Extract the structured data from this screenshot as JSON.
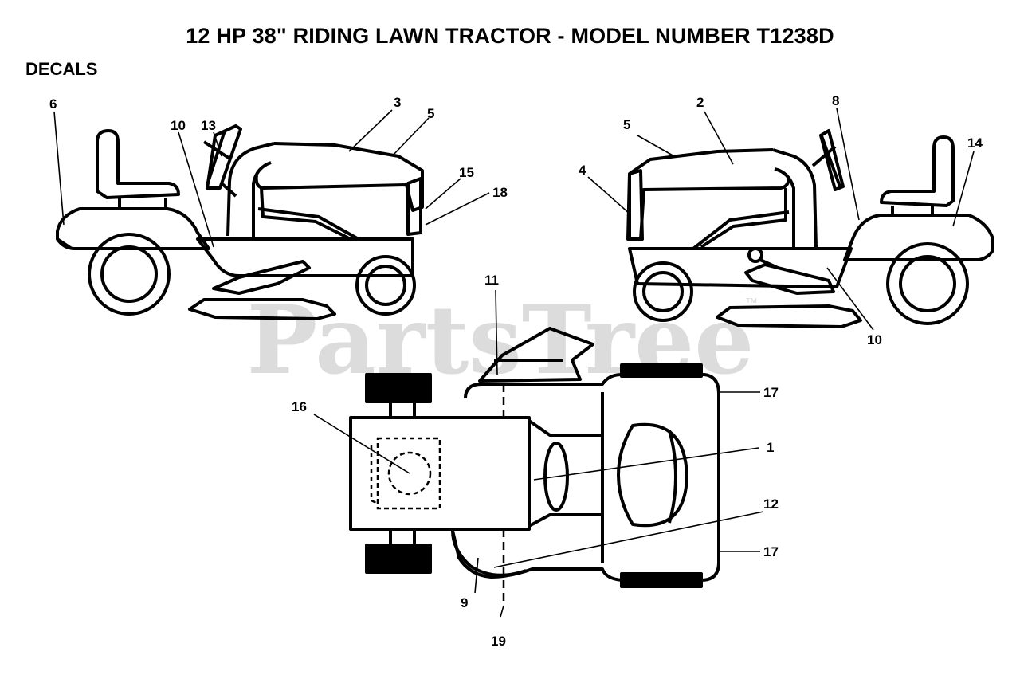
{
  "header": {
    "title": "12 HP 38\" RIDING LAWN TRACTOR - MODEL NUMBER T1238D",
    "section": "DECALS"
  },
  "watermark": {
    "text": "PartsTree",
    "trademark": "™"
  },
  "callouts": {
    "c1": "1",
    "c2": "2",
    "c3": "3",
    "c4": "4",
    "c5a": "5",
    "c5b": "5",
    "c6": "6",
    "c8": "8",
    "c9": "9",
    "c10a": "10",
    "c10b": "10",
    "c11": "11",
    "c12": "12",
    "c13": "13",
    "c14": "14",
    "c15": "15",
    "c16": "16",
    "c17a": "17",
    "c17b": "17",
    "c18": "18",
    "c19": "19"
  }
}
